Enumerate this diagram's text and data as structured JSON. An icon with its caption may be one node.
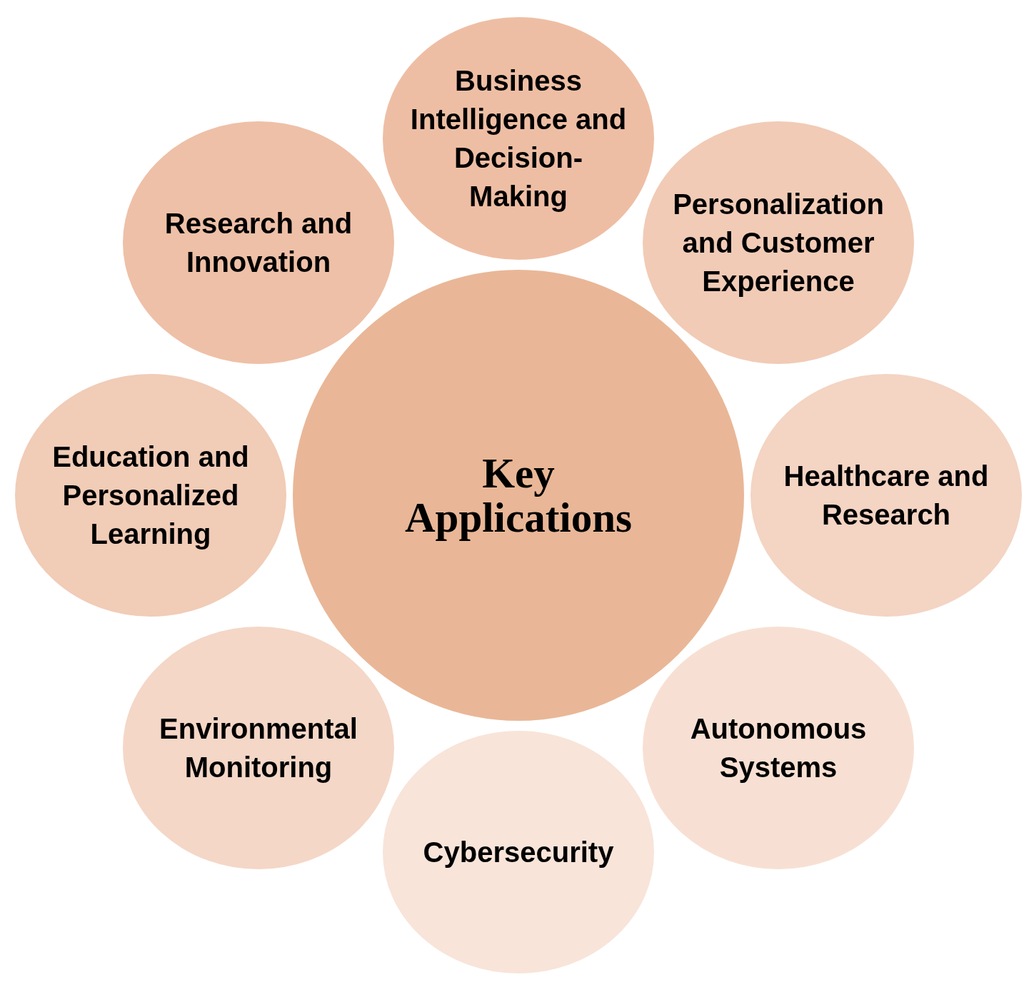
{
  "diagram": {
    "nodes": [
      {
        "text": [
          "Key Applications"
        ]
      },
      {
        "text": [
          "Business Intelligence and Decision-Making"
        ]
      },
      {
        "text": [
          "Personalization and Customer Experience"
        ]
      },
      {
        "text": [
          "Healthcare and Research"
        ]
      },
      {
        "text": [
          "Autonomous Systems"
        ]
      },
      {
        "text": [
          "Cybersecurity"
        ]
      },
      {
        "text": [
          "Environmental Monitoring"
        ]
      },
      {
        "text": [
          "Education and Personalized Learning"
        ]
      },
      {
        "text": [
          "Research and Innovation"
        ]
      }
    ]
  }
}
